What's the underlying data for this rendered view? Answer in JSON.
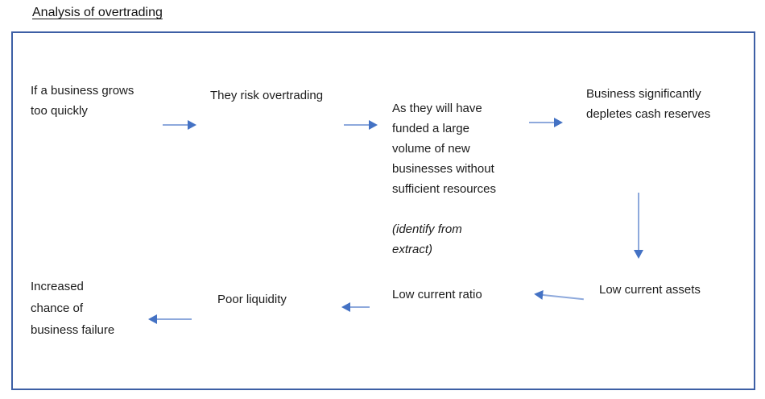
{
  "title": "Analysis of overtrading",
  "colors": {
    "frame_border": "#3d5fa5",
    "arrow_shaft": "#8ea9dc",
    "arrow_head": "#4472c4",
    "text": "#1c1c1c"
  },
  "flow": {
    "step1": {
      "lines": [
        "If a business grows",
        "too quickly"
      ]
    },
    "step2": {
      "text": "They risk overtrading"
    },
    "step3": {
      "lines": [
        "As they will have",
        "funded a large",
        "volume of new",
        "businesses without",
        "sufficient resources"
      ],
      "note_lines": [
        "(identify from",
        "extract)"
      ]
    },
    "step4": {
      "lines": [
        "Business significantly",
        "depletes cash reserves"
      ]
    },
    "step5": {
      "text": "Low current assets"
    },
    "step6": {
      "text": "Low current ratio"
    },
    "step7": {
      "text": "Poor liquidity"
    },
    "step8": {
      "lines": [
        "Increased",
        "chance of",
        "business failure"
      ]
    }
  }
}
